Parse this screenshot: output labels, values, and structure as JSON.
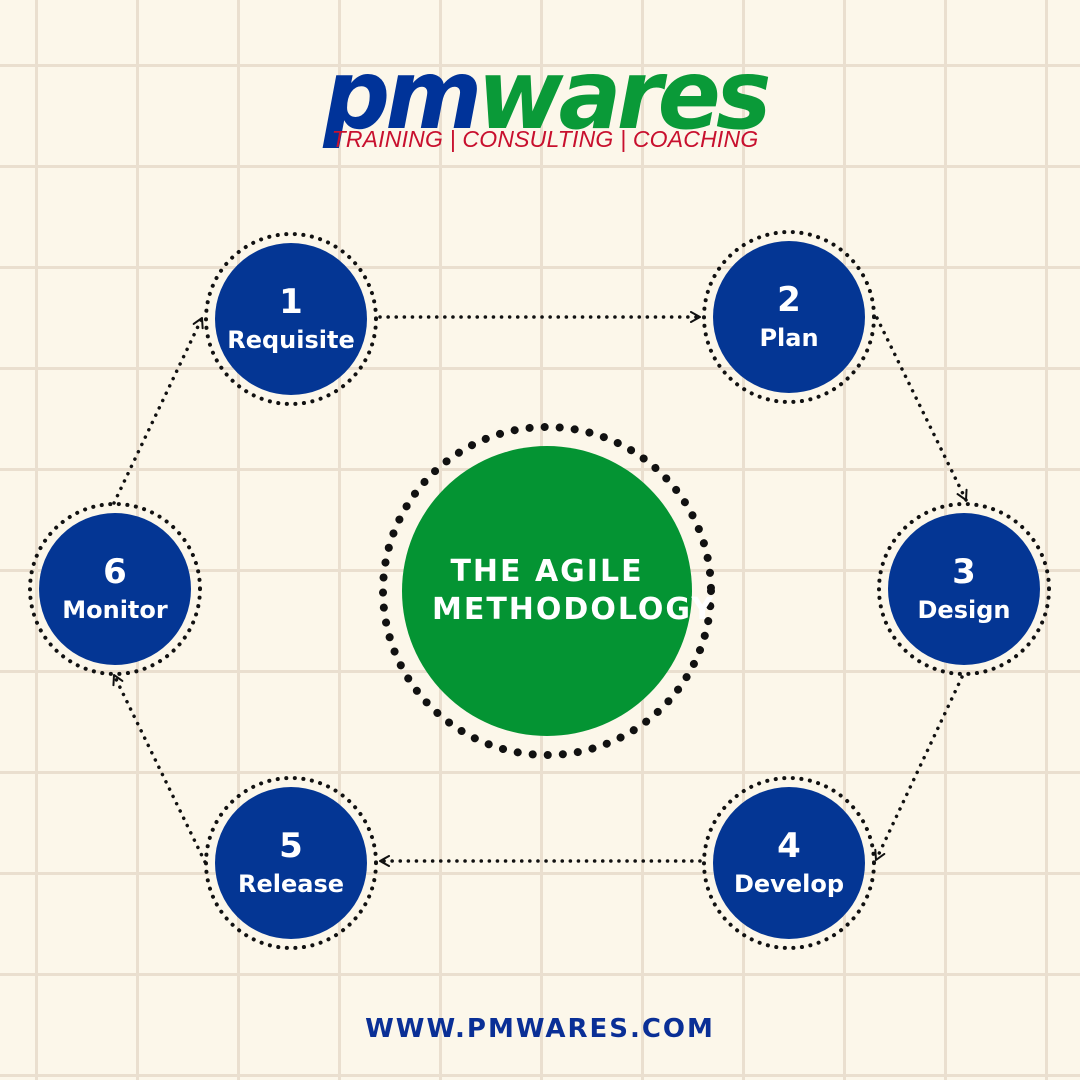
{
  "brand": {
    "name_part1": "pm",
    "name_part2": "wares",
    "tagline": "TRAINING | CONSULTING | COACHING",
    "color_primary": "#003399",
    "color_secondary": "#0a9a38",
    "color_tagline": "#c8102e"
  },
  "center": {
    "title": "THE AGILE\nMETHODOLOGY",
    "color": "#049433"
  },
  "steps": [
    {
      "number": "1",
      "label": "Requisite"
    },
    {
      "number": "2",
      "label": "Plan"
    },
    {
      "number": "3",
      "label": "Design"
    },
    {
      "number": "4",
      "label": "Develop"
    },
    {
      "number": "5",
      "label": "Release"
    },
    {
      "number": "6",
      "label": "Monitor"
    }
  ],
  "step_color": "#043694",
  "footer": {
    "url": "WWW.PMWARES.COM"
  }
}
